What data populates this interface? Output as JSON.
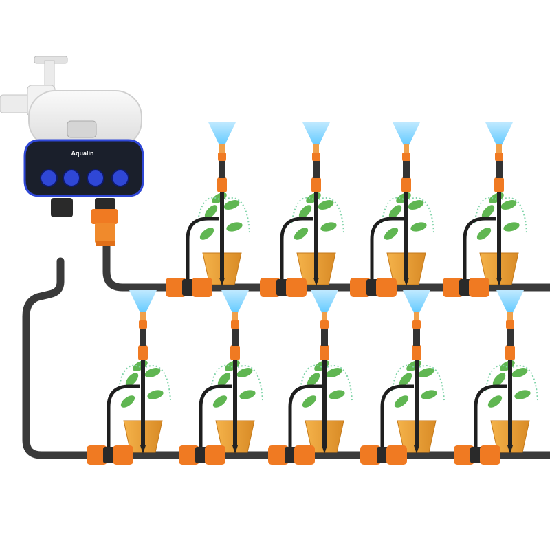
{
  "timer": {
    "brand": "Aqualin",
    "body_color": "#1a1f2b",
    "dial_color": "#2f47d6",
    "lid_color": "#eeeeee"
  },
  "system": {
    "pipe_color": "#3a3a3a",
    "connector_color": "#f07a22",
    "nozzle_color": "#5ec8ff",
    "pot_color": "#e8a33c",
    "leaf_color": "#4fae3f",
    "row1_emitters": 4,
    "row2_emitters": 5
  },
  "icons": {
    "faucet": "faucet-icon",
    "timer": "water-timer-icon",
    "emitter": "drip-emitter-icon",
    "plant": "potted-plant-icon"
  }
}
